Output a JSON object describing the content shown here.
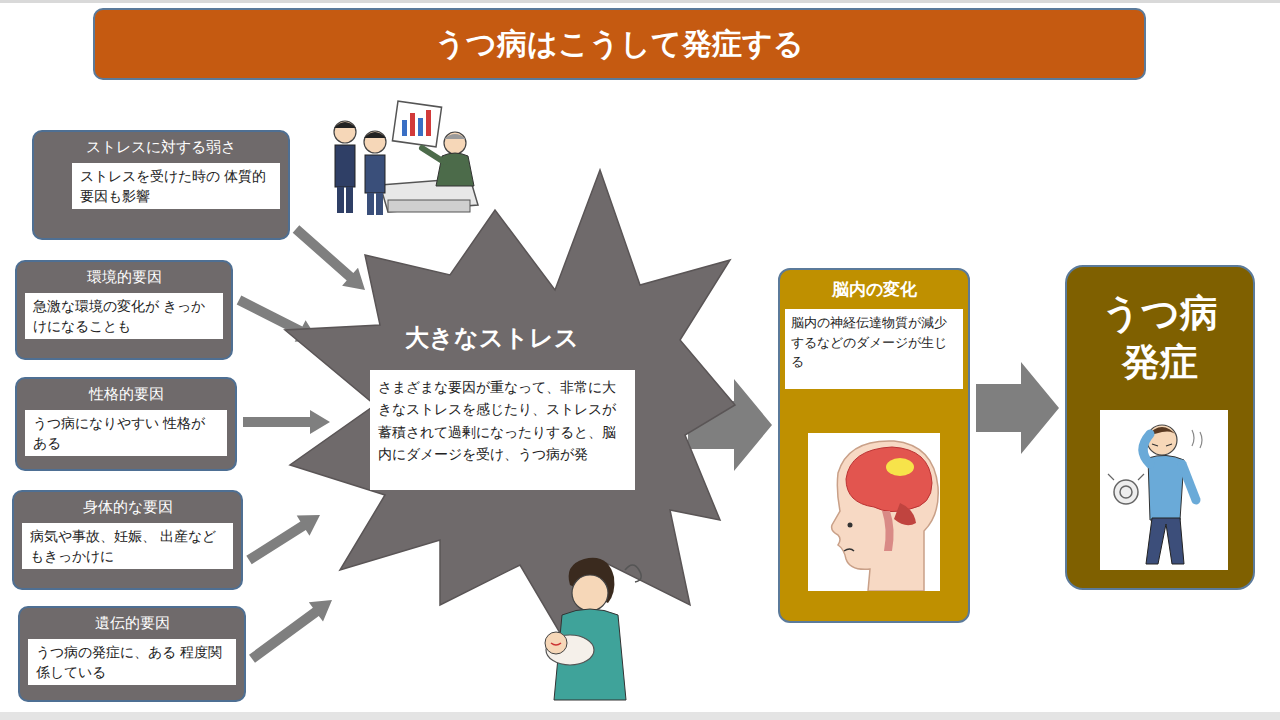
{
  "diagram": {
    "title": "うつ病はこうして発症する",
    "nodes": [
      {
        "text": [
          "ストレスに対する弱さ",
          "ストレスを受けた時の 体質的要因も影響"
        ]
      },
      {
        "text": [
          "環境的要因",
          "急激な環境の変化が きっかけになることも"
        ]
      },
      {
        "text": [
          "性格的要因",
          "うつ病になりやすい 性格がある"
        ]
      },
      {
        "text": [
          "身体的な要因",
          "病気や事故、妊娠、 出産などもきっかけに"
        ]
      },
      {
        "text": [
          "遺伝的要因",
          "うつ病の発症に、ある 程度関係している"
        ]
      },
      {
        "text": [
          "大きなストレス",
          "さまざまな要因が重なって、非常に大きなストレスを感じたり、ストレスが蓄積されて過剰になったりすると、脳内にダメージを受け、うつ病が発"
        ]
      },
      {
        "text": [
          "脳内の変化",
          "脳内の神経伝達物質が減少するなどのダメージが生じる"
        ]
      },
      {
        "text": [
          "うつ病 発症"
        ]
      }
    ],
    "edges": [
      {
        "from": 0,
        "to": 5,
        "arrow": "to"
      },
      {
        "from": 1,
        "to": 5,
        "arrow": "to"
      },
      {
        "from": 2,
        "to": 5,
        "arrow": "to"
      },
      {
        "from": 3,
        "to": 5,
        "arrow": "to"
      },
      {
        "from": 4,
        "to": 5,
        "arrow": "to"
      },
      {
        "from": 5,
        "to": 6,
        "arrow": "to"
      },
      {
        "from": 6,
        "to": 7,
        "arrow": "to"
      }
    ]
  }
}
